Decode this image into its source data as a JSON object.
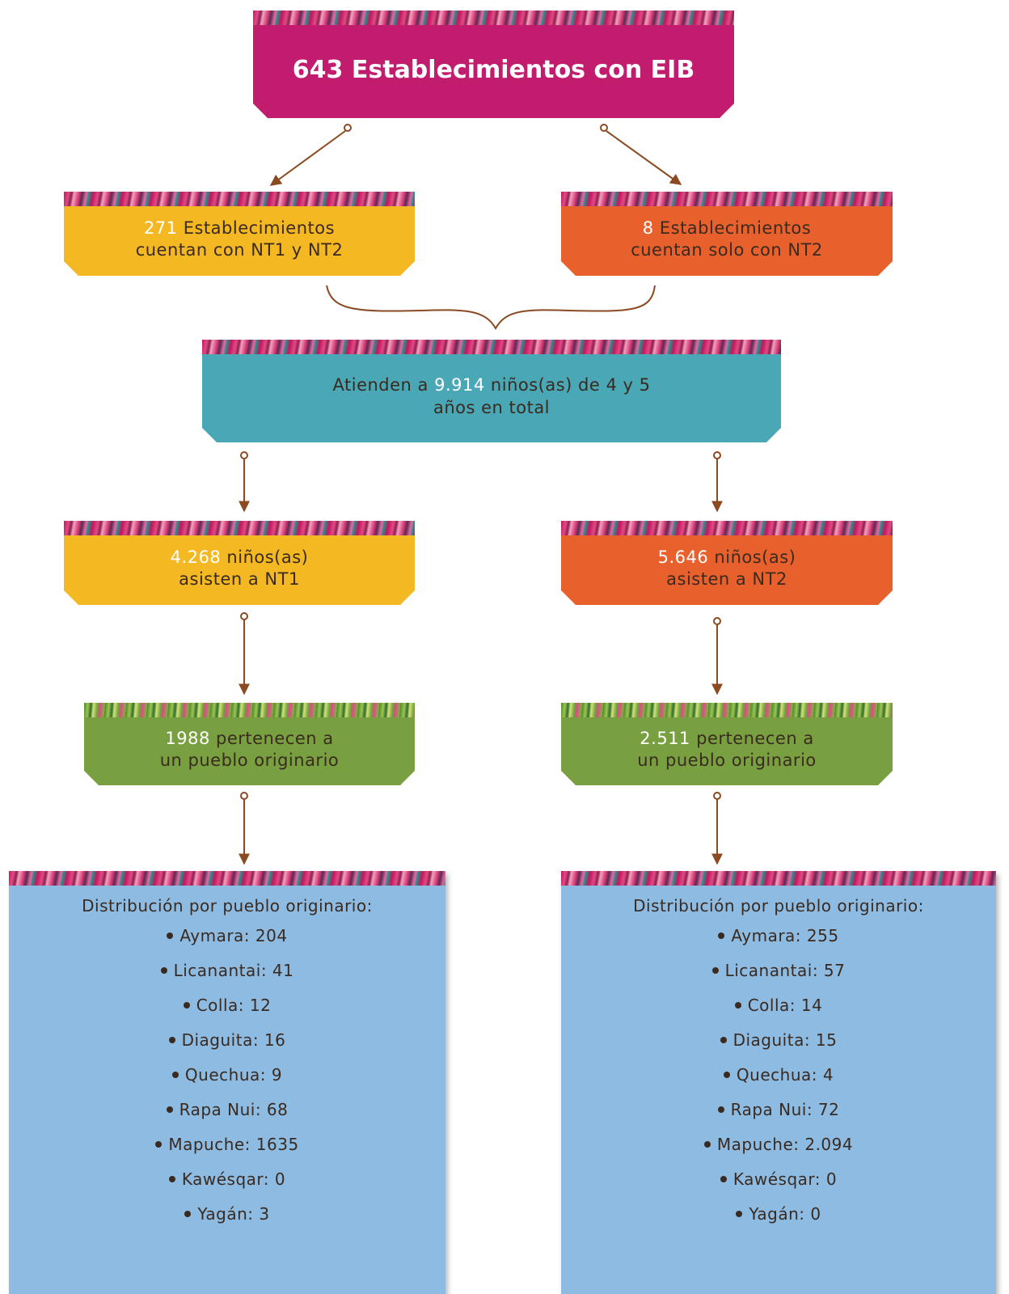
{
  "top": {
    "count": "643",
    "label": "Establecimientos con EIB"
  },
  "left_establishments": {
    "count": "271",
    "line1": "Establecimientos",
    "line2": "cuentan con NT1 y NT2"
  },
  "right_establishments": {
    "count": "8",
    "line1": "Establecimientos",
    "line2": "cuentan solo con NT2"
  },
  "total": {
    "prefix": "Atienden a",
    "count": "9.914",
    "suffix": "niños(as) de 4 y 5",
    "line2": "años en total"
  },
  "nt1": {
    "count": "4.268",
    "line1_suffix": "niños(as)",
    "line2": "asisten a NT1"
  },
  "nt2": {
    "count": "5.646",
    "line1_suffix": "niños(as)",
    "line2": "asisten a NT2"
  },
  "nt1_indigenous": {
    "count": "1988",
    "line1_suffix": "pertenecen a",
    "line2": "un pueblo originario"
  },
  "nt2_indigenous": {
    "count": "2.511",
    "line1_suffix": "pertenecen a",
    "line2": "un pueblo originario"
  },
  "distribution_title": "Distribución por pueblo originario:",
  "nt1_distribution": [
    "Aymara: 204",
    "Licanantai: 41",
    "Colla: 12",
    "Diaguita: 16",
    "Quechua: 9",
    "Rapa Nui: 68",
    "Mapuche: 1635",
    "Kawésqar: 0",
    "Yagán: 3"
  ],
  "nt2_distribution": [
    "Aymara: 255",
    "Licanantai: 57",
    "Colla: 14",
    "Diaguita: 15",
    "Quechua: 4",
    "Rapa Nui: 72",
    "Mapuche: 2.094",
    "Kawésqar: 0",
    "Yagán: 0"
  ],
  "colors": {
    "main": "#c11c6e",
    "yellow": "#f4b822",
    "orange": "#e8612c",
    "teal": "#4aa7b5",
    "green": "#79a040",
    "blue": "#8dbbe2",
    "highlight_number": "#ffffff",
    "arrow": "#8b4a22"
  }
}
